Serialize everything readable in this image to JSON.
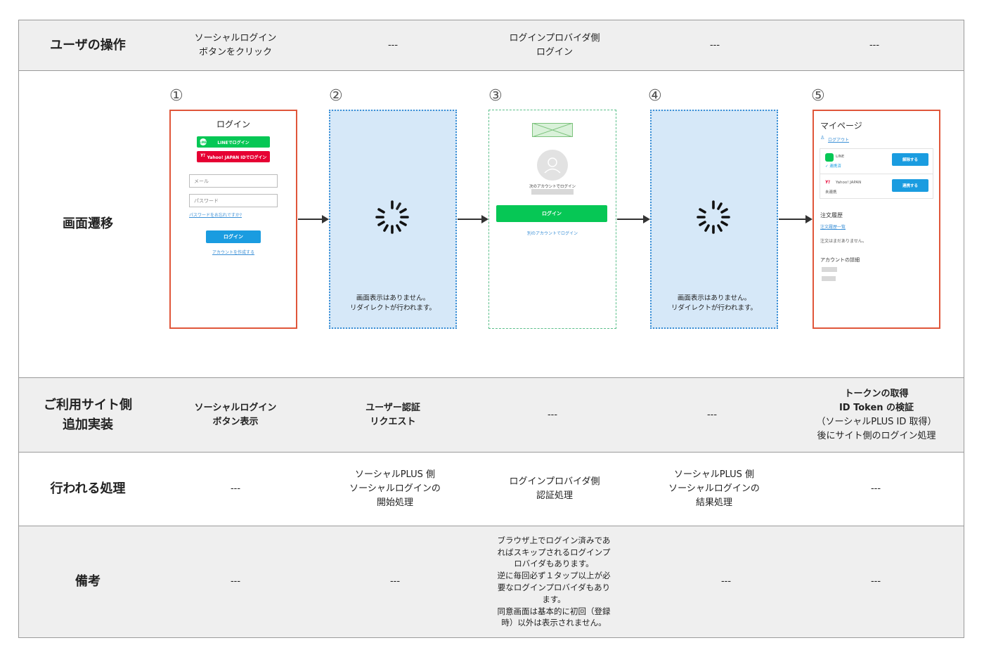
{
  "rows": {
    "user_action": {
      "header": "ユーザの操作",
      "cells": [
        "ソーシャルログイン\nボタンをクリック",
        "---",
        "ログインプロバイダ側\nログイン",
        "---",
        "---"
      ]
    },
    "screen_flow": {
      "header": "画面遷移"
    },
    "site_impl": {
      "header": "ご利用サイト側\n追加実装",
      "cells": [
        "ソーシャルログイン\nボタン表示",
        "ユーザー認証\nリクエスト",
        "---",
        "---",
        "トークンの取得\nID Token の検証"
      ],
      "cell5_extra": "（ソーシャルPLUS ID 取得）\n後にサイト側のログイン処理"
    },
    "processing": {
      "header": "行われる処理",
      "cells": [
        "---",
        "ソーシャルPLUS 側\nソーシャルログインの\n開始処理",
        "ログインプロバイダ側\n認証処理",
        "ソーシャルPLUS 側\nソーシャルログインの\n結果処理",
        "---"
      ]
    },
    "notes": {
      "header": "備考",
      "cells": [
        "---",
        "---",
        "ブラウザ上でログイン済みであ\nればスキップされるログインプ\nロバイダもあります。\n逆に毎回必ず１タップ以上が必\n要なログインプロバイダもあり\nます。\n同意画面は基本的に初回（登録\n時）以外は表示されません。",
        "---",
        "---"
      ]
    }
  },
  "steps": [
    "①",
    "②",
    "③",
    "④",
    "⑤"
  ],
  "screen1": {
    "title": "ログイン",
    "line_button": "LINEでログイン",
    "yahoo_button": "Yahoo! JAPAN IDでログイン",
    "email_placeholder": "メール",
    "password_placeholder": "パスワード",
    "forgot_link": "パスワードをお忘れですか?",
    "login_button": "ログイン",
    "create_account_link": "アカウントを作成する"
  },
  "redirect_note": "画面表示はありません。\nリダイレクトが行われます。",
  "screen3": {
    "account_text": "次のアカウントでログイン",
    "login_button": "ログイン",
    "other_account_link": "別のアカウントでログイン"
  },
  "screen5": {
    "title": "マイページ",
    "logout_link": "ログアウト",
    "line_label": "LINE",
    "line_status": "✓ 連携済",
    "unlink_button": "解除する",
    "yahoo_label": "Yahoo! JAPAN",
    "yahoo_status": "未連携",
    "link_button": "連携する",
    "orders_title": "注文履歴",
    "orders_link": "注文履歴一覧",
    "orders_empty": "注文はまだありません。",
    "account_detail": "アカウントの詳細"
  },
  "colors": {
    "line_green": "#06c755",
    "yahoo_red": "#e60033",
    "primary_blue": "#1a9ce0",
    "accent_red": "#e0563a",
    "redirect_bg": "#d6e8f8"
  }
}
